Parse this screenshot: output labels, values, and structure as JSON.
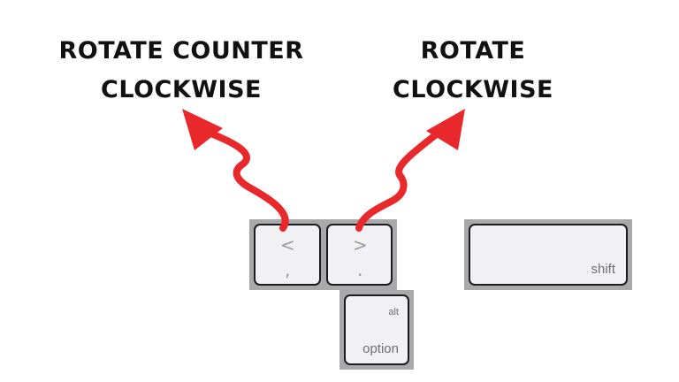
{
  "labels": {
    "counter_clockwise": [
      "ROTATE COUNTER",
      "CLOCKWISE"
    ],
    "clockwise": [
      "ROTATE",
      "CLOCKWISE"
    ]
  },
  "keys": {
    "comma": {
      "top": "<",
      "bottom": ","
    },
    "period": {
      "top": ">",
      "bottom": "."
    },
    "option": {
      "top": "alt",
      "bottom": "option"
    },
    "shift": {
      "label": "shift"
    }
  },
  "colors": {
    "arrow": "#e8282a",
    "key_face": "#f1f1f3",
    "key_background": "#a9a9ab",
    "key_border": "#1c1c1c",
    "text": "#111111"
  }
}
